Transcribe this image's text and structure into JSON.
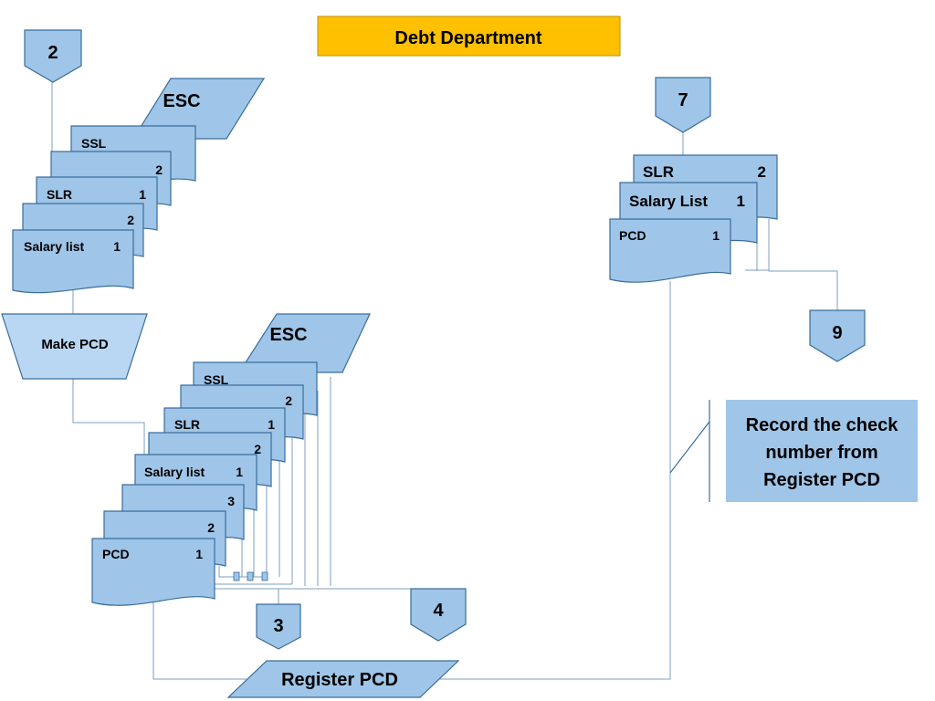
{
  "header": {
    "title": "Debt Department",
    "fill": "#ffc000"
  },
  "colors": {
    "shape_fill": "#9fc5e8",
    "shape_stroke": "#3a6d9a",
    "process_fill": "#b9d7f2",
    "note_fill": "#9fc5e8",
    "connector": "#7d9fbf"
  },
  "connectors": {
    "c2": "2",
    "c7": "7",
    "c9": "9",
    "c3": "3",
    "c4": "4"
  },
  "left_top": {
    "esc": "ESC",
    "ssl": "SSL",
    "copy2a": "2",
    "slr": "SLR",
    "slr_copy": "1",
    "copy2b": "2",
    "salary_list": "Salary list",
    "salary_list_copy": "1"
  },
  "make_pcd": "Make PCD",
  "bottom_stack": {
    "esc": "ESC",
    "ssl": "SSL",
    "copy2a": "2",
    "slr": "SLR",
    "slr_copy": "1",
    "copy2b": "2",
    "salary_list": "Salary list",
    "salary_list_copy": "1",
    "copy3": "3",
    "copy2c": "2",
    "pcd": "PCD",
    "pcd_copy": "1"
  },
  "register_pcd": "Register PCD",
  "right_stack": {
    "slr": "SLR",
    "slr_copy": "2",
    "salary_list": "Salary List",
    "salary_list_copy": "1",
    "pcd": "PCD",
    "pcd_copy": "1"
  },
  "note": {
    "lines": [
      "Record the check",
      "number from",
      "Register PCD"
    ]
  }
}
